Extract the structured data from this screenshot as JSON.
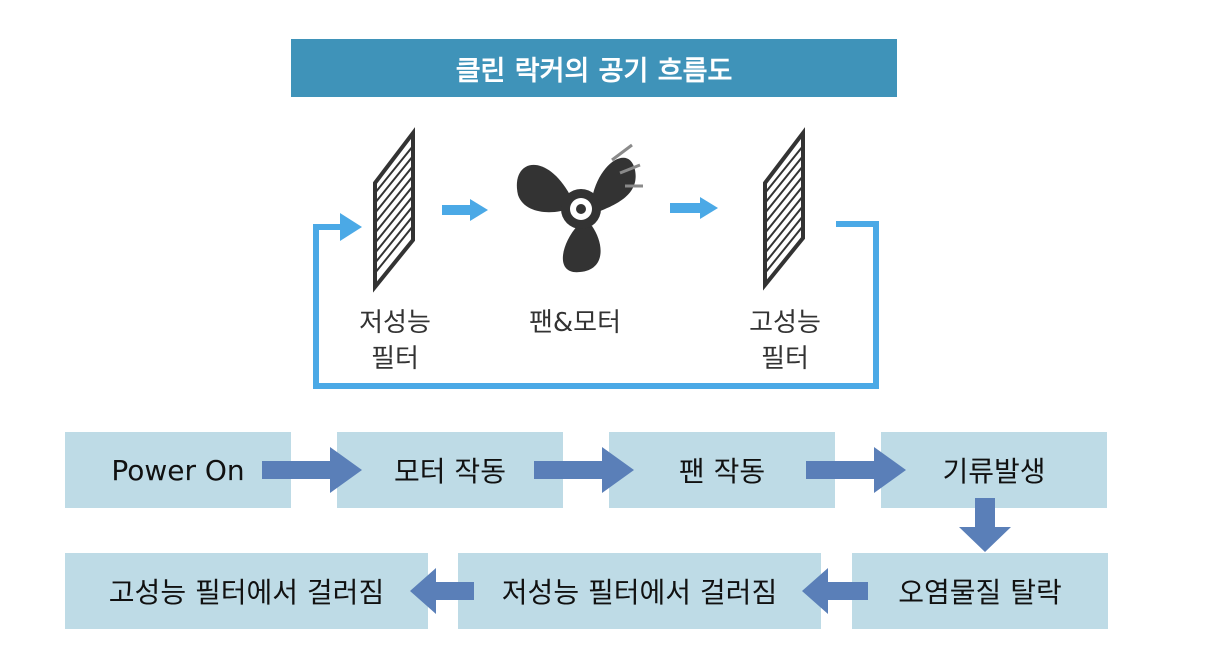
{
  "title": "클린 락커의 공기 흐름도",
  "components": {
    "low_filter": "저성능\n필터",
    "fan": "팬&모터",
    "high_filter": "고성능\n필터"
  },
  "steps": {
    "s1": "Power On",
    "s2": "모터 작동",
    "s3": "팬 작동",
    "s4": "기류발생",
    "s5": "오염물질 탈락",
    "s6": "저성능 필터에서 걸러짐",
    "s7": "고성능 필터에서 걸러짐"
  },
  "colors": {
    "title_bg": "#3f93b9",
    "flow_line": "#4ba9e6",
    "step_box": "#bedbe6",
    "step_arrow": "#5a7fb8",
    "icon": "#333333"
  },
  "icons": [
    "filter-icon",
    "fan-icon",
    "filter-icon"
  ]
}
